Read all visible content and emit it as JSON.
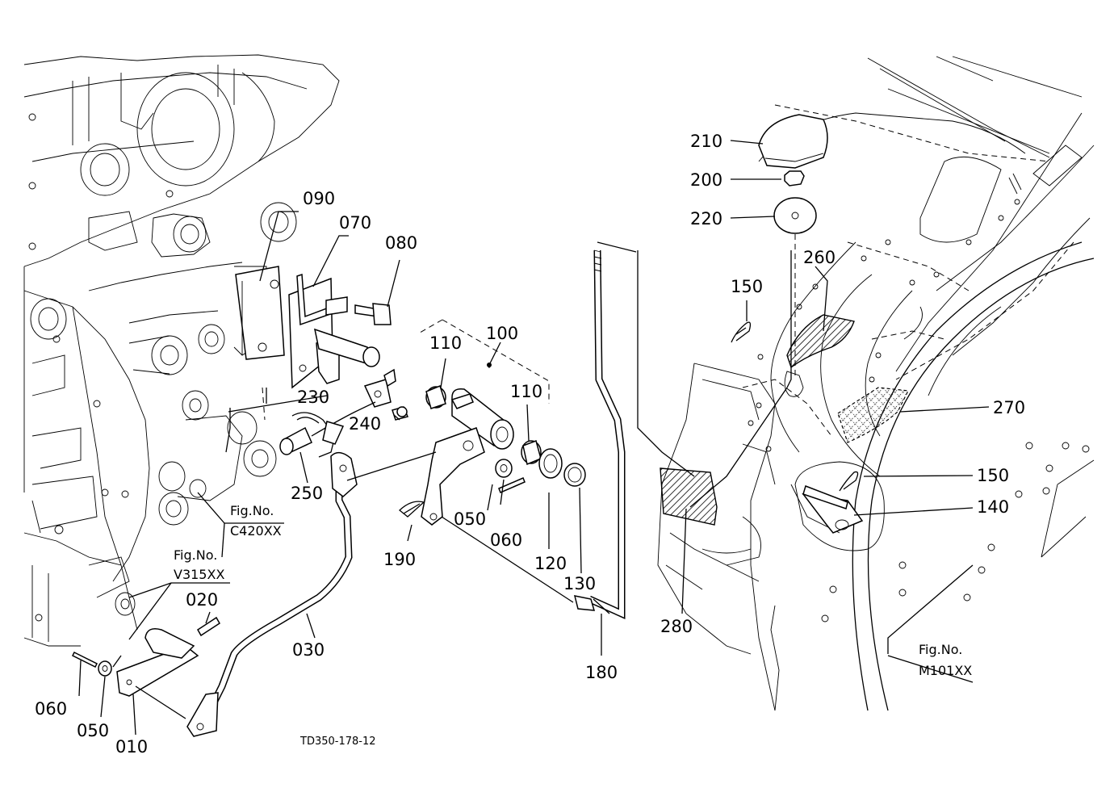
{
  "labels": {
    "p010": "010",
    "p020": "020",
    "p030": "030",
    "p050a": "050",
    "p050b": "050",
    "p060a": "060",
    "p060b": "060",
    "p070": "070",
    "p080": "080",
    "p090": "090",
    "p100": "100",
    "p110a": "110",
    "p110b": "110",
    "p120": "120",
    "p130": "130",
    "p140": "140",
    "p150a": "150",
    "p150b": "150",
    "p180": "180",
    "p190": "190",
    "p200": "200",
    "p210": "210",
    "p220": "220",
    "p230": "230",
    "p240": "240",
    "p250": "250",
    "p260": "260",
    "p270": "270",
    "p280": "280"
  },
  "fig_refs": {
    "c420": {
      "label": "Fig.No.",
      "code": "C420XX"
    },
    "v315": {
      "label": "Fig.No.",
      "code": "V315XX"
    },
    "m101": {
      "label": "Fig.No.",
      "code": "M101XX"
    }
  },
  "drawing_code": "TD350-178-12"
}
